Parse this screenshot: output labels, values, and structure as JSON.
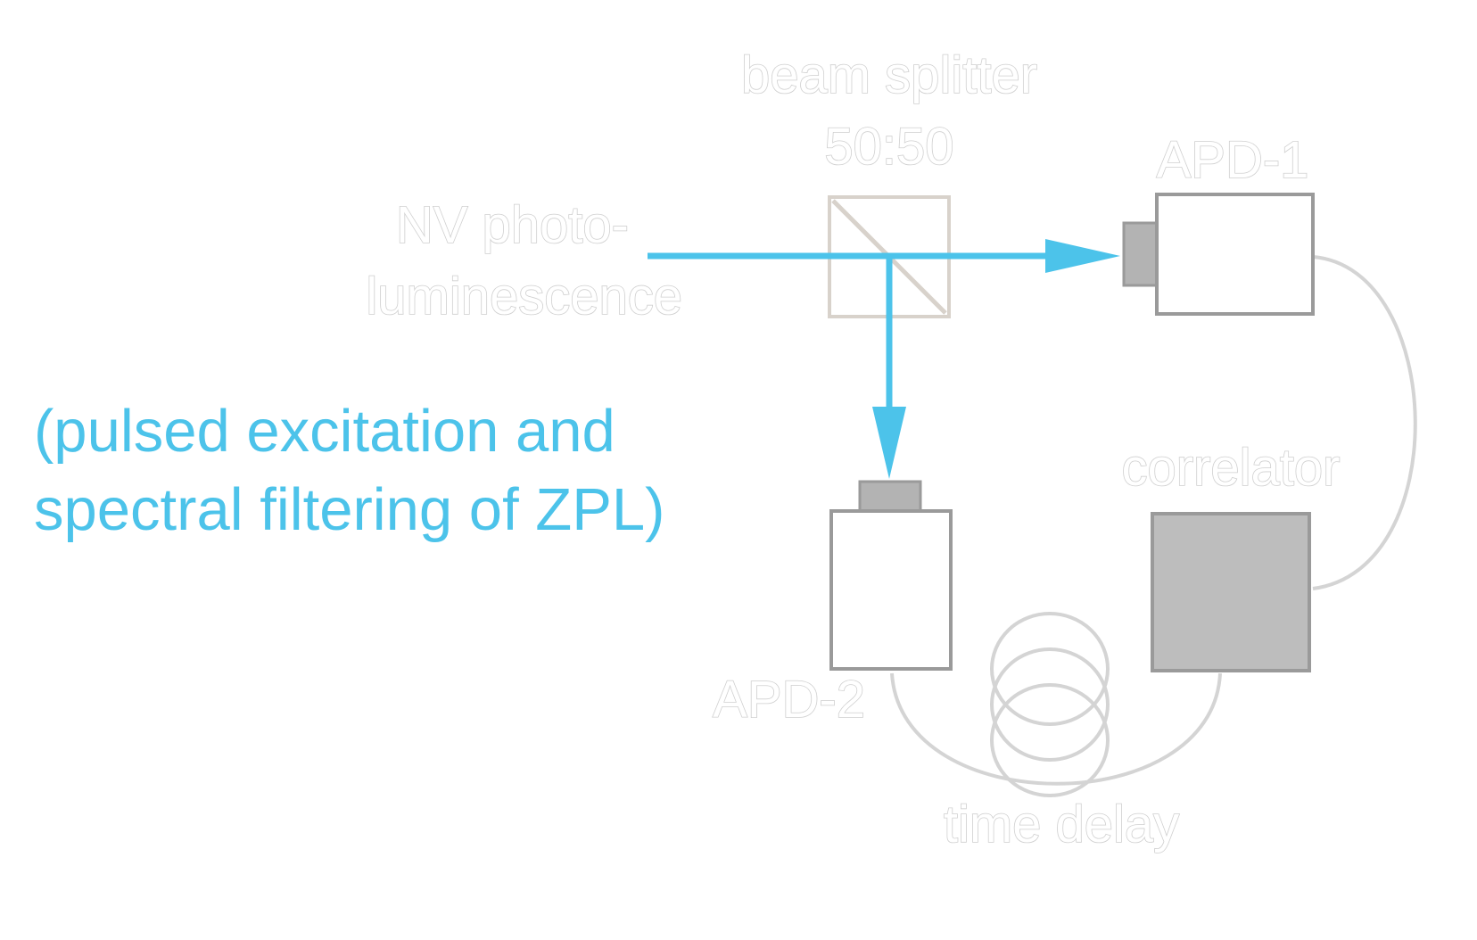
{
  "labels": {
    "beam_splitter_line1": "beam splitter",
    "beam_splitter_line2": "50:50",
    "apd1": "APD-1",
    "apd2": "APD-2",
    "source_line1": "NV photo-",
    "source_line2": "luminescence",
    "correlator": "correlator",
    "time_delay": "time delay"
  },
  "note": {
    "line1": "(pulsed excitation and",
    "line2": "spectral filtering of ZPL)"
  },
  "colors": {
    "beam": "#4cc3ea",
    "outline_text": "#cfcfcf",
    "device_stroke": "#9a9a9a",
    "detector_window": "#b3b3b3",
    "correlator_fill": "#bdbdbd",
    "cable": "#d4d4d4",
    "beam_splitter": "#d8d2cb"
  }
}
